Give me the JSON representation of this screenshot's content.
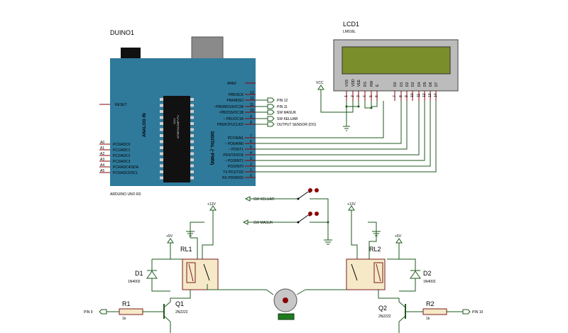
{
  "arduino": {
    "title": "DUINO1",
    "subtitle": "ARDUINO UNO R3",
    "chip_text": "ATMEGA328P-PU",
    "chip_num": "1121",
    "reset": "RESET",
    "analog_title": "ANALOG IN",
    "digital_title": "DIGITAL (~PWM)",
    "aref": "AREF",
    "analog_ext": [
      "A0",
      "A1",
      "A2",
      "A3",
      "A4",
      "A5"
    ],
    "analog_int": [
      "PC0/ADC0",
      "PC1/ADC1",
      "PC2/ADC2",
      "PC3/ADC3",
      "PC4/ADC4/SDA",
      "PC5/ADC5/SCL"
    ],
    "top_pins": [
      {
        "name": "PB5/SCK",
        "num": "13"
      },
      {
        "name": "PB4/MISO",
        "num": "12"
      },
      {
        "name": "~PB3/MOSI/OC2A",
        "num": "11"
      },
      {
        "name": "~PB2/SS/OC1B",
        "num": "10"
      },
      {
        "name": "~ PB1/OC1A",
        "num": "9"
      },
      {
        "name": "PB0/ICP1/CLKO",
        "num": "8"
      }
    ],
    "bottom_pins": [
      {
        "name": "PD7/AIN1",
        "num": "7"
      },
      {
        "name": "~ PD6/AIN0",
        "num": "6"
      },
      {
        "name": "~ PD5/T1",
        "num": "5"
      },
      {
        "name": "PD4/T0/XCK",
        "num": "4"
      },
      {
        "name": "~ PD3/INT1",
        "num": "3"
      },
      {
        "name": "PD2/INT0",
        "num": "2"
      },
      {
        "name": "TX PD1/TXD",
        "num": "1"
      },
      {
        "name": "RX PD0/RXD",
        "num": "0"
      }
    ]
  },
  "terminals": [
    "PIN 12",
    "PIN 11",
    "SW MASUK",
    "SW KELUAR",
    "OUTPUT SENSOR (DO)"
  ],
  "lcd": {
    "title": "LCD1",
    "model": "LM016L",
    "vcc": "VCC",
    "pins": [
      "VSS",
      "VDD",
      "VEE",
      "RS",
      "RW",
      "E",
      "D0",
      "D1",
      "D2",
      "D3",
      "D4",
      "D5",
      "D6",
      "D7"
    ],
    "pin_nums": [
      "1",
      "2",
      "3",
      "4",
      "5",
      "6",
      "7",
      "8",
      "9",
      "10",
      "11",
      "12",
      "13",
      "14"
    ]
  },
  "switches": {
    "keluar": "SW KELUAR",
    "masuk": "SW MASUK"
  },
  "power": {
    "v12": "+12V",
    "v5": "+5V"
  },
  "left_driver": {
    "relay": "RL1",
    "diode": "D1",
    "diode_model": "1N4002",
    "resistor": "R1",
    "resistor_value": "1k",
    "transistor": "Q1",
    "transistor_model": "2N2222",
    "input": "PIN 9"
  },
  "right_driver": {
    "relay": "RL2",
    "diode": "D2",
    "diode_model": "1N4002",
    "resistor": "R2",
    "resistor_value": "1k",
    "transistor": "Q2",
    "transistor_model": "2N2222",
    "input": "PIN 10"
  },
  "colors": {
    "board": "#2f7a9b",
    "wire": "#1e5a1e",
    "pin": "#8b0000",
    "lcd_screen": "#7a8f2b"
  }
}
